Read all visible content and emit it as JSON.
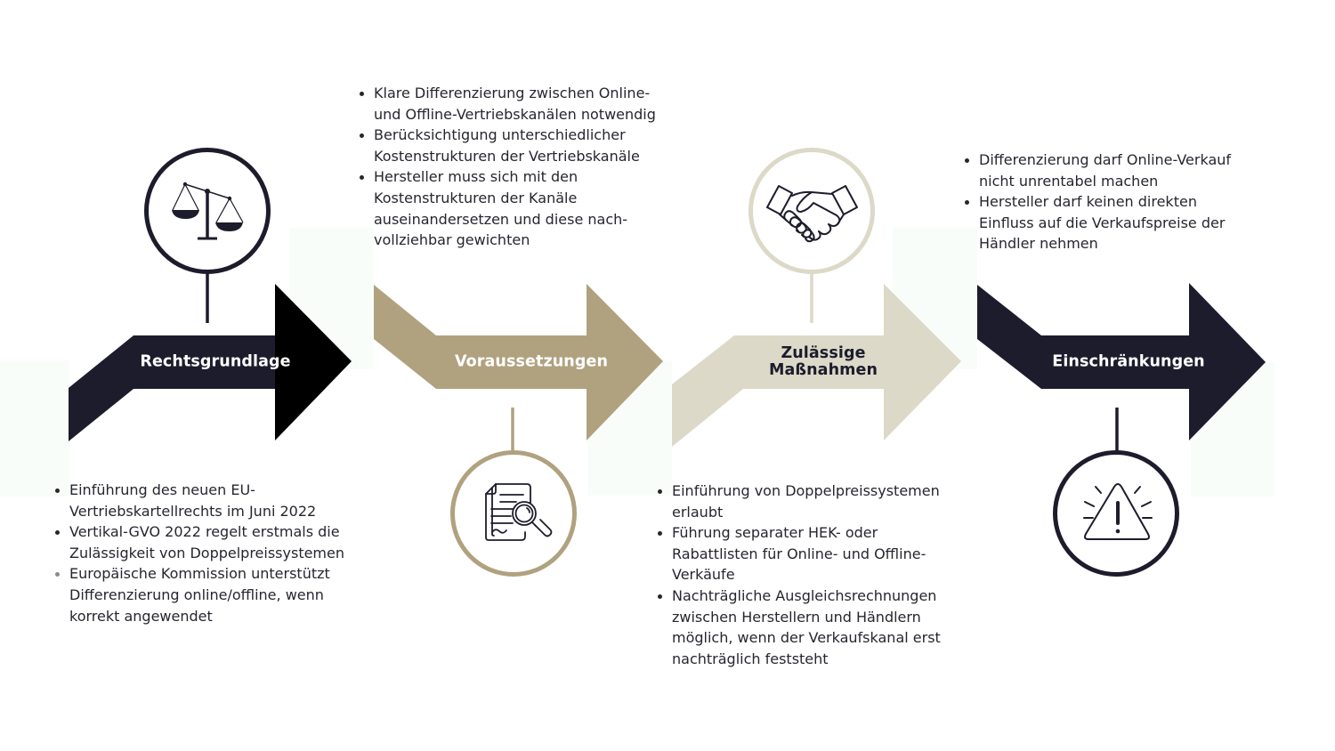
{
  "colors": {
    "navy": "#1c1c2c",
    "arrowhead_black": "#000000",
    "beige": "#b0a27f",
    "light_beige": "#dcd9c8",
    "text": "#26262f",
    "white": "#ffffff"
  },
  "steps": [
    {
      "label": "Rechtsgrundlage",
      "icon": "scales-icon",
      "color": "navy",
      "bullets": [
        "Einführung des neuen EU-\nVertriebskartellrechts im Juni 2022",
        "Vertikal-GVO 2022 regelt erstmals die\nZulässigkeit von Doppelpreissystemen",
        "Europäische Kommission unterstützt\nDifferenzierung online/offline, wenn\nkorrekt angewendet"
      ]
    },
    {
      "label": "Voraussetzungen",
      "icon": "document-search-icon",
      "color": "beige",
      "bullets": [
        "Klare Differenzierung zwischen Online-\nund Offline-Vertriebskanälen notwendig",
        "Berücksichtigung unterschiedlicher\nKostenstrukturen der Vertriebskanäle",
        "Hersteller muss sich mit den\nKostenstrukturen der Kanäle\nauseinandersetzen und diese nach-\nvollziehbar gewichten"
      ]
    },
    {
      "label": "Zulässige\nMaßnahmen",
      "icon": "handshake-icon",
      "color": "light_beige",
      "bullets": [
        "Einführung von Doppelpreissystemen\nerlaubt",
        "Führung separater HEK- oder\nRabattlisten für Online- und Offline-\nVerkäufe",
        "Nachträgliche Ausgleichsrechnungen\nzwischen Herstellern und Händlern\nmöglich, wenn der Verkaufskanal erst\nnachträglich feststeht"
      ]
    },
    {
      "label": "Einschränkungen",
      "icon": "warning-icon",
      "color": "navy",
      "bullets": [
        "Differenzierung darf Online-Verkauf\nnicht unrentabel machen",
        "Hersteller darf keinen direkten\nEinfluss auf die Verkaufspreise der\nHändler nehmen"
      ]
    }
  ]
}
